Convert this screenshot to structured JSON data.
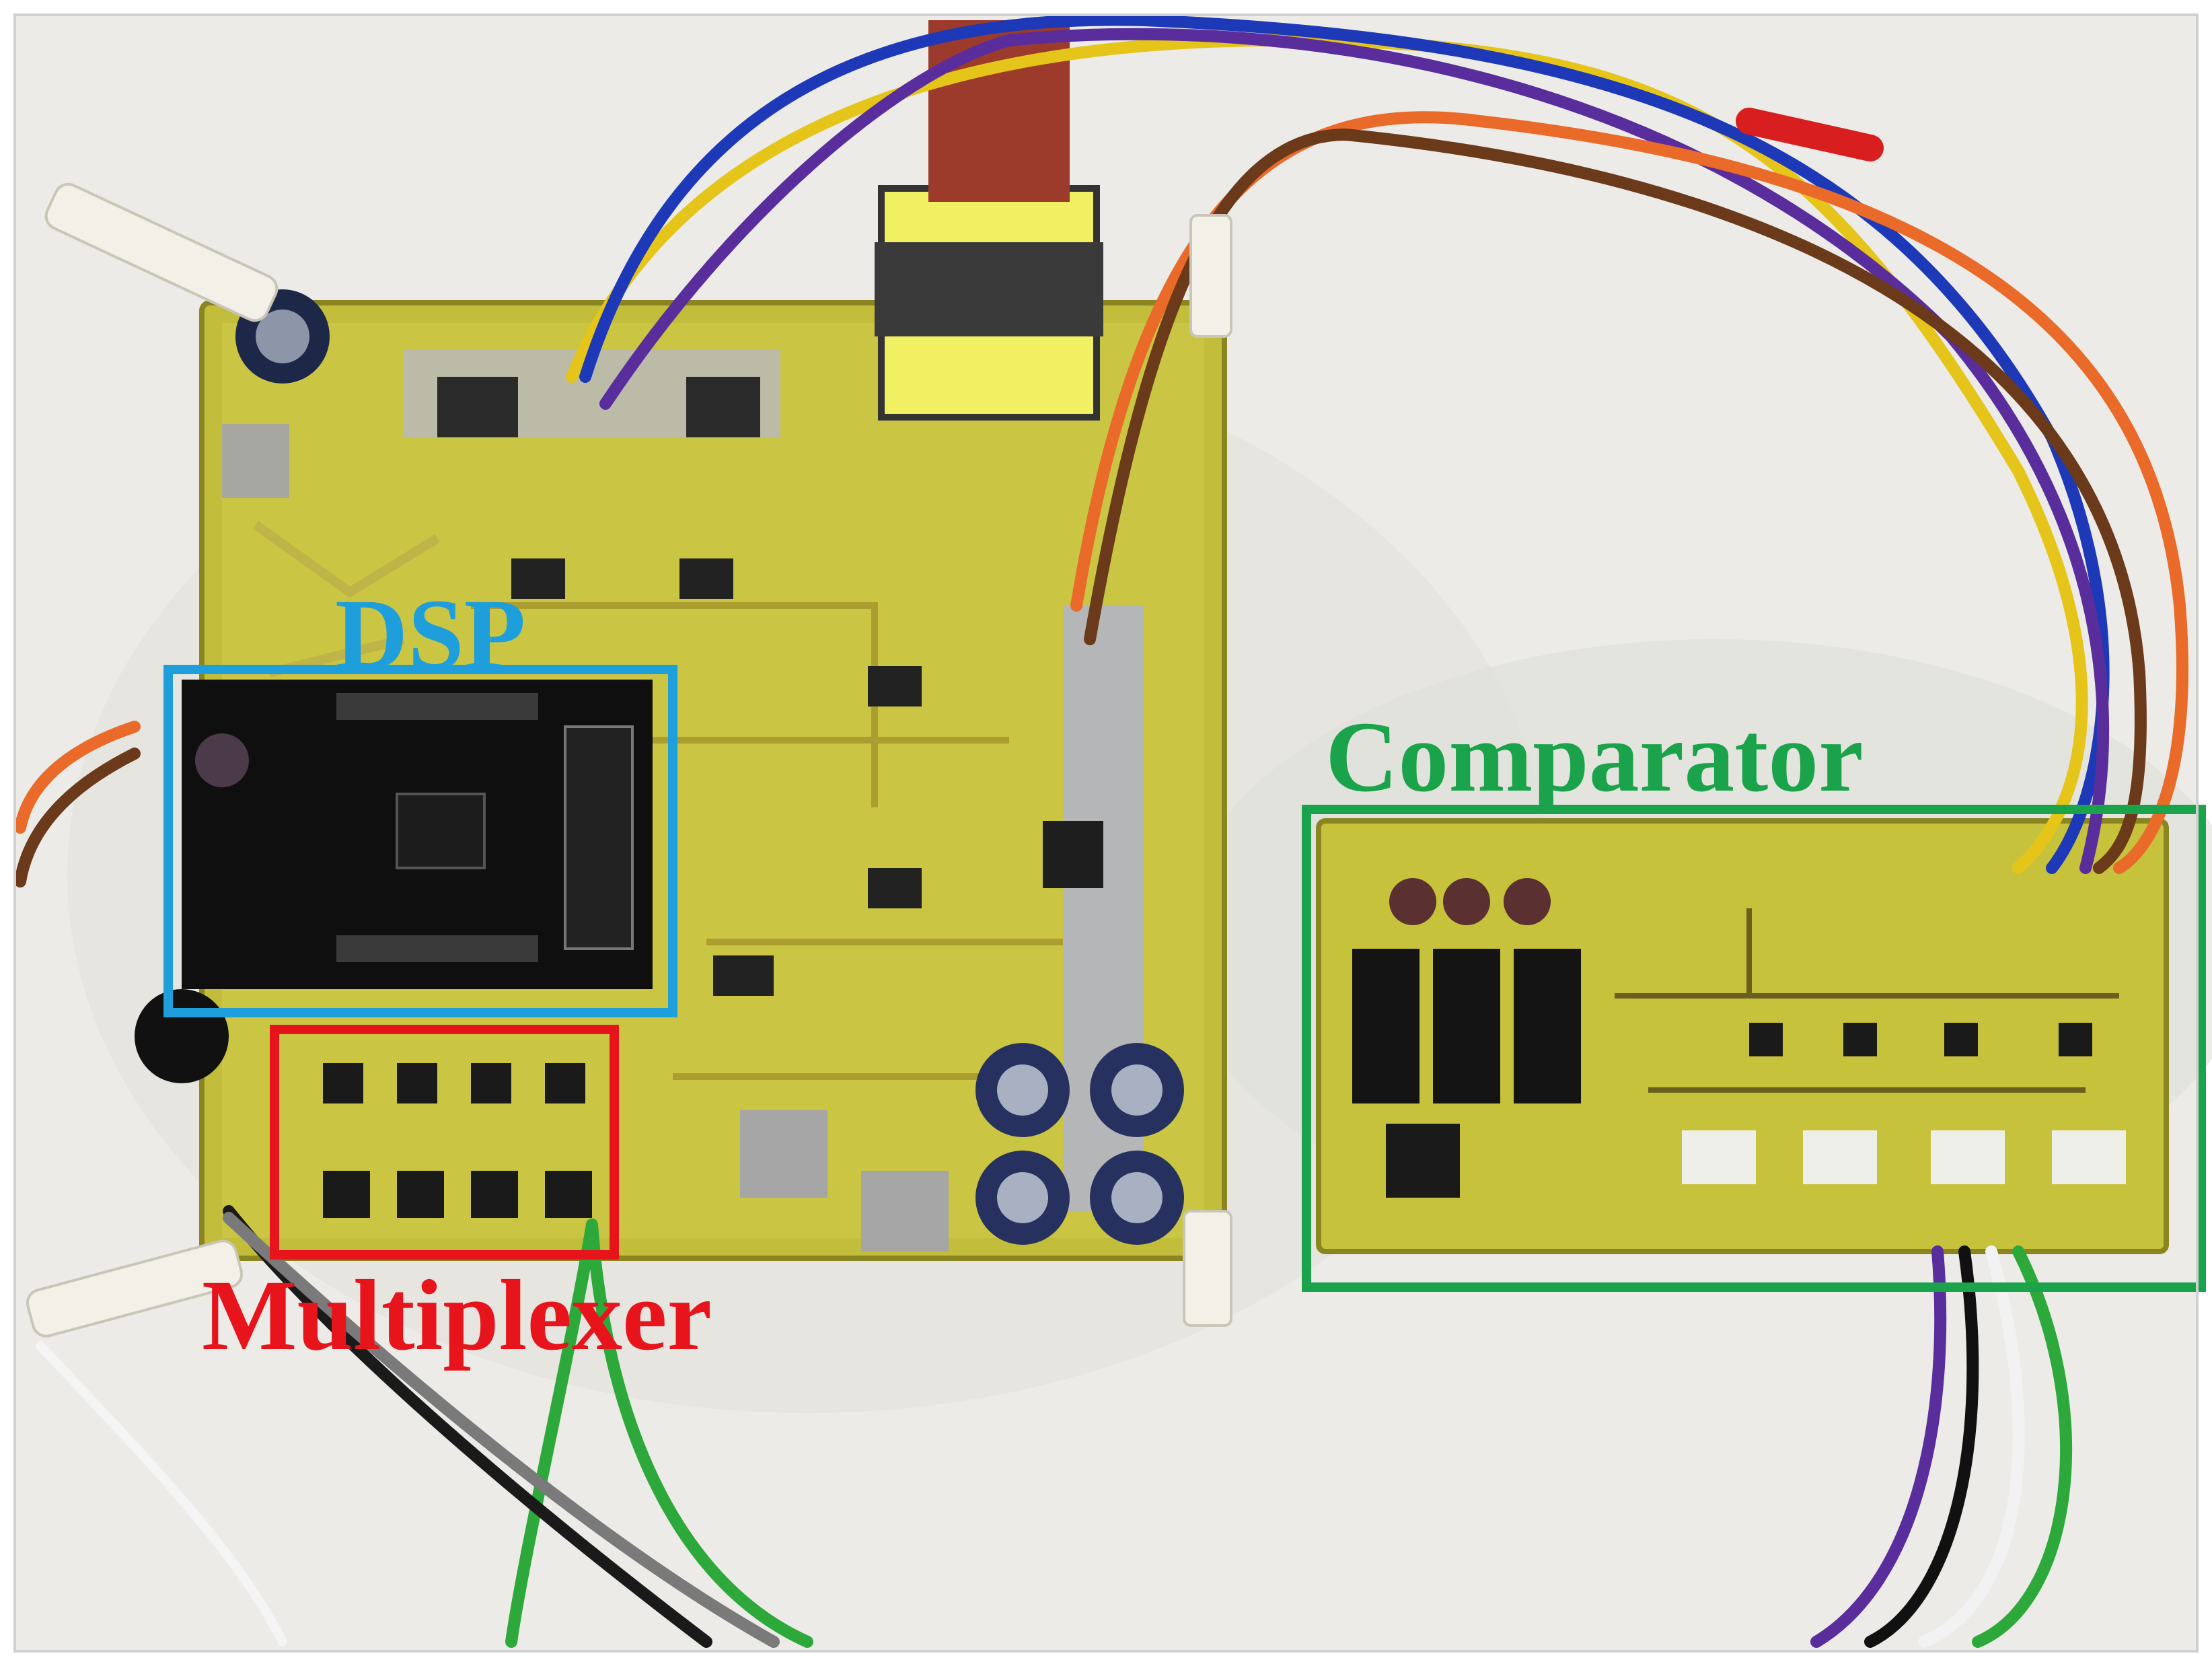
{
  "labels": {
    "dsp": "DSP",
    "multiplexer": "Multiplexer",
    "comparator": "Comparator"
  },
  "colors": {
    "dsp": "#1e9fdc",
    "multiplexer": "#e8141c",
    "comparator": "#1aa34a",
    "pcb": "#c9c43a",
    "background": "#eeeeec"
  },
  "image": {
    "description_icon": "pcb-photo"
  }
}
